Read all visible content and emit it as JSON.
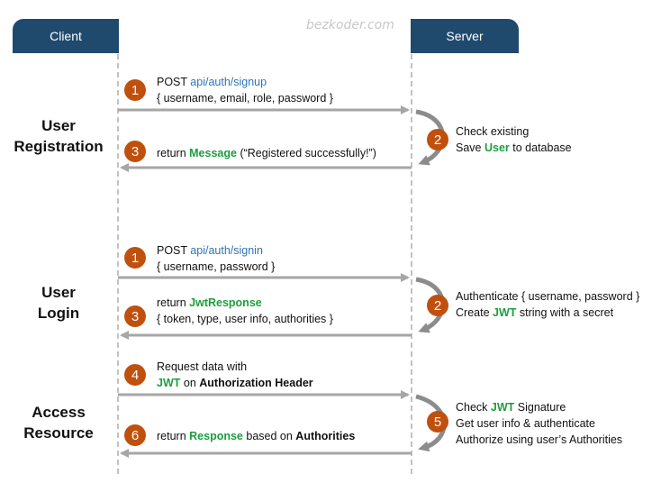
{
  "header": {
    "client_label": "Client",
    "server_label": "Server",
    "watermark": "bezkoder.com"
  },
  "sections": {
    "registration": {
      "line1": "User",
      "line2": "Registration"
    },
    "login": {
      "line1": "User",
      "line2": "Login"
    },
    "access": {
      "line1": "Access",
      "line2": "Resource"
    }
  },
  "steps": {
    "reg_1": {
      "number": "1",
      "method": "POST",
      "endpoint": "api/auth/signup",
      "body": "{ username, email, role, password }"
    },
    "reg_2": {
      "number": "2",
      "line1": "Check existing",
      "line2_pre": "Save",
      "line2_highlight": "User",
      "line2_post": "to database"
    },
    "reg_3": {
      "number": "3",
      "pre": "return",
      "highlight": "Message",
      "post": "(“Registered successfully!”)"
    },
    "login_1": {
      "number": "1",
      "method": "POST",
      "endpoint": "api/auth/signin",
      "body": "{ username, password }"
    },
    "login_2": {
      "number": "2",
      "line1": "Authenticate { username, password }",
      "line2_pre": "Create",
      "line2_highlight": "JWT",
      "line2_post": "string with a secret"
    },
    "login_3": {
      "number": "3",
      "pre": "return",
      "highlight": "JwtResponse",
      "line2": "{ token, type, user info, authorities }"
    },
    "access_4": {
      "number": "4",
      "line1": "Request  data with",
      "line2_highlight": "JWT",
      "line2_mid": "on",
      "line2_bold": "Authorization Header"
    },
    "access_5": {
      "number": "5",
      "line1_pre": "Check",
      "line1_highlight": "JWT",
      "line1_post": "Signature",
      "line2": "Get user info & authenticate",
      "line3": "Authorize using user’s Authorities"
    },
    "access_6": {
      "number": "6",
      "pre": "return",
      "highlight": "Response",
      "mid": "based on",
      "bold": "Authorities"
    }
  },
  "colors": {
    "header_bg": "#1f4a6e",
    "badge": "#c0500e",
    "endpoint_blue": "#2e75b6",
    "highlight_green": "#1e9e3e",
    "arrow_gray": "#a6a6a6"
  }
}
